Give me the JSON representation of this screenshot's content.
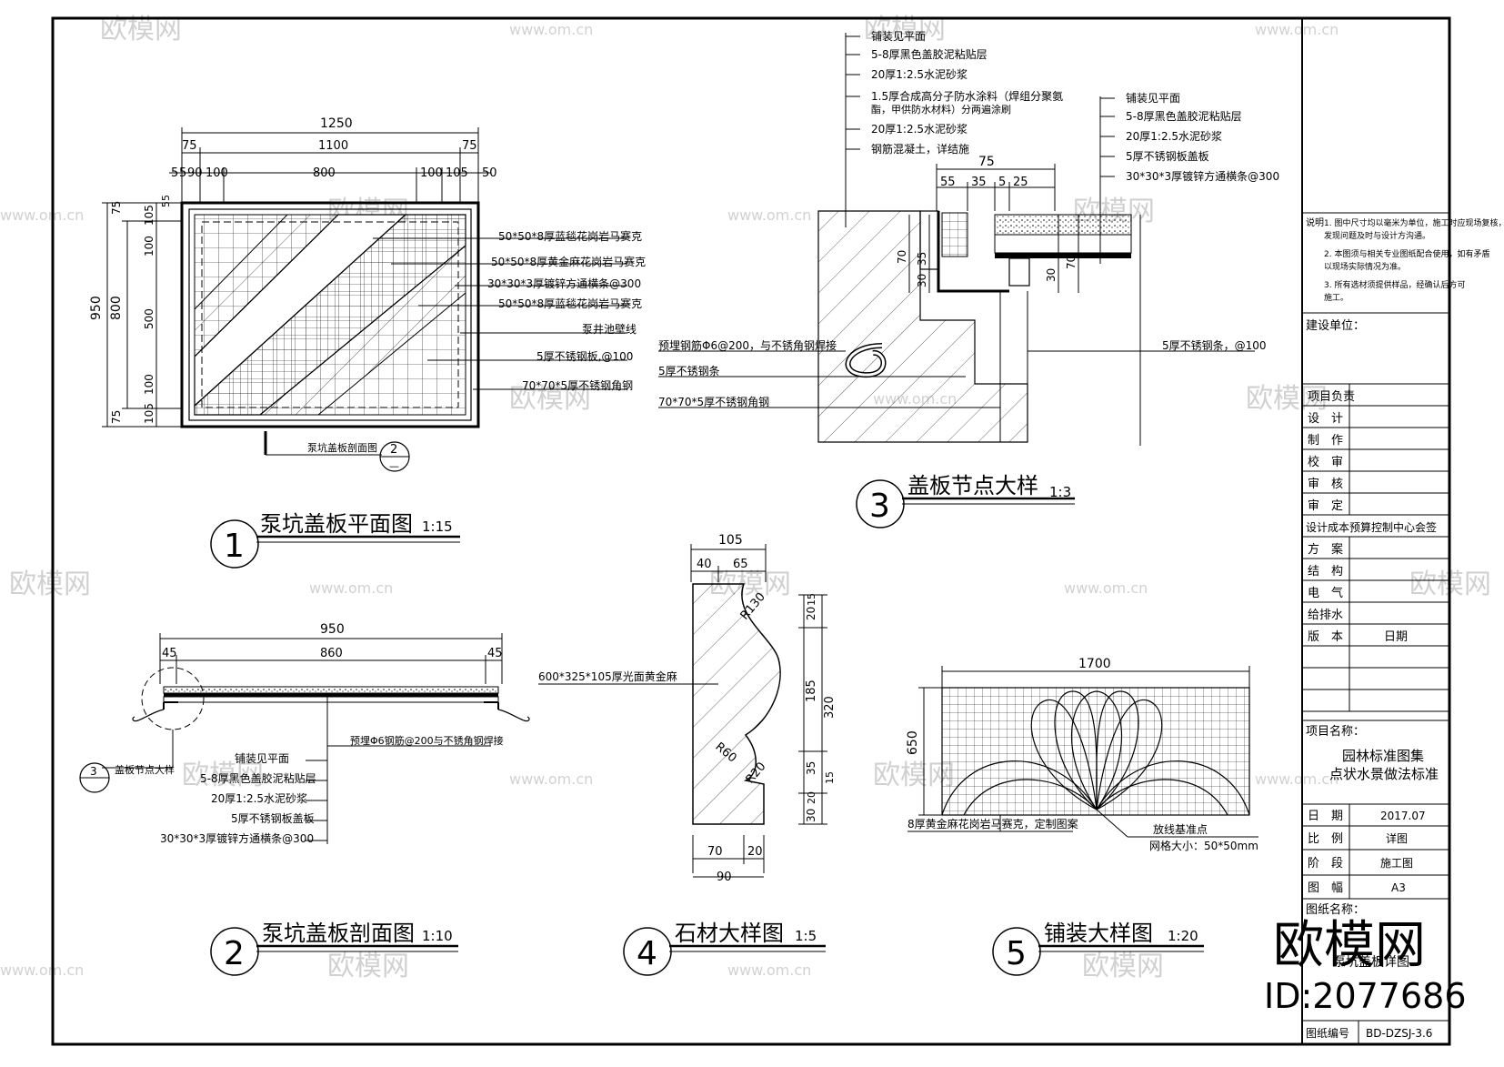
{
  "drawing1": {
    "title": "泵坑盖板平面图",
    "scale": "1:15",
    "num": "1",
    "dims_top": [
      "1250",
      "75",
      "1100",
      "75"
    ],
    "dims_row3": [
      "5",
      "5",
      "90",
      "100",
      "800",
      "100",
      "105",
      "50"
    ],
    "dims_left": [
      "950",
      "800",
      "75",
      "105",
      "55",
      "100",
      "500",
      "100",
      "105",
      "75"
    ],
    "callouts": [
      "50*50*8厚蓝毯花岗岩马赛克",
      "50*50*8厚黄金麻花岗岩马赛克",
      "30*30*3厚镀锌方通横条@300",
      "50*50*8厚蓝毯花岗岩马赛克",
      "泵井池壁线",
      "5厚不锈钢板,@100",
      "70*70*5厚不锈钢角钢"
    ],
    "section_ref": "泵坑盖板剖面图",
    "section_ref_num": "2",
    "section_ref_sheet": "—"
  },
  "drawing2": {
    "title": "泵坑盖板剖面图",
    "scale": "1:10",
    "num": "2",
    "dims": [
      "950",
      "45",
      "860",
      "45"
    ],
    "detail_label": "盖板节点大样",
    "detail_num": "3",
    "rebar_note": "预埋Φ6钢筋@200与不锈角钢焊接",
    "layers": [
      "铺装见平面",
      "5-8厚黑色盖胶泥粘贴层",
      "20厚1:2.5水泥砂浆",
      "5厚不锈钢板盖板",
      "30*30*3厚镀锌方通横条@300"
    ]
  },
  "drawing3": {
    "title": "盖板节点大样",
    "scale": "1:3",
    "num": "3",
    "left_layers": [
      "铺装见平面",
      "5-8厚黑色盖胶泥粘贴层",
      "20厚1:2.5水泥砂浆",
      "1.5厚合成高分子防水涂料（焊组分聚氨",
      "酯，甲供防水材料）分两遍涂刷",
      "20厚1:2.5水泥砂浆",
      "钢筋混凝土，详结施"
    ],
    "right_layers": [
      "铺装见平面",
      "5-8厚黑色盖胶泥粘贴层",
      "20厚1:2.5水泥砂浆",
      "5厚不锈钢板盖板",
      "30*30*3厚镀锌方通横条@300"
    ],
    "dims_top": [
      "75",
      "55",
      "35",
      "5",
      "25"
    ],
    "dims_vert": [
      "35",
      "70",
      "30",
      "30",
      "70"
    ],
    "notes": [
      "预埋钢筋Φ6@200，与不锈角钢焊接",
      "5厚不锈钢条",
      "70*70*5厚不锈钢角钢"
    ],
    "right_note": "5厚不锈钢条，@100"
  },
  "drawing4": {
    "title": "石材大样图",
    "scale": "1:5",
    "num": "4",
    "dims_top": [
      "105",
      "40",
      "65"
    ],
    "dims_bottom": [
      "70",
      "20",
      "90"
    ],
    "dims_right": [
      "20",
      "15",
      "185",
      "320",
      "35",
      "15",
      "30",
      "20"
    ],
    "radii": [
      "R130",
      "R60",
      "R20"
    ],
    "material": "600*325*105厚光面黄金麻"
  },
  "drawing5": {
    "title": "铺装大样图",
    "scale": "1:20",
    "num": "5",
    "width": "1700",
    "height": "650",
    "note_left": "8厚黄金麻花岗岩马赛克，定制图案",
    "note_right": "放线基准点",
    "grid_note": "网格大小：50*50mm"
  },
  "titleblock": {
    "notes_header": "说明",
    "notes": [
      "1. 图中尺寸均以毫米为单位，施工时应现场复核，",
      "   发现问题及时与设计方沟通。",
      "2. 本图须与相关专业图纸配合使用，如有矛盾",
      "   以现场实际情况为准。",
      "3. 所有选材须提供样品，经确认后方可",
      "   施工。"
    ],
    "client_label": "建设单位：",
    "roles": [
      "项目负责",
      "设　计",
      "制　作",
      "校　审",
      "审　核",
      "审　定"
    ],
    "cost_label": "设计成本预算控制中心会签",
    "disciplines": [
      "方　案",
      "结　构",
      "电　气",
      "给排水"
    ],
    "version_label": "版　本",
    "date_col": "日期",
    "project_label": "项目名称：",
    "project_name1": "园林标准图集",
    "project_name2": "点状水景做法标准",
    "info": [
      {
        "k": "日　期",
        "v": "2017.07"
      },
      {
        "k": "比　例",
        "v": "详图"
      },
      {
        "k": "阶　段",
        "v": "施工图"
      },
      {
        "k": "图　幅",
        "v": "A3"
      }
    ],
    "drawing_name_label": "图纸名称：",
    "drawing_name": "泵坑盖板详图",
    "drawing_no_label": "图纸编号",
    "drawing_no": "BD-DZSJ-3.6"
  },
  "watermark": {
    "site": "www.om.cn",
    "brand": "欧模网",
    "brand_big": "欧模网",
    "id": "ID:2077686"
  }
}
